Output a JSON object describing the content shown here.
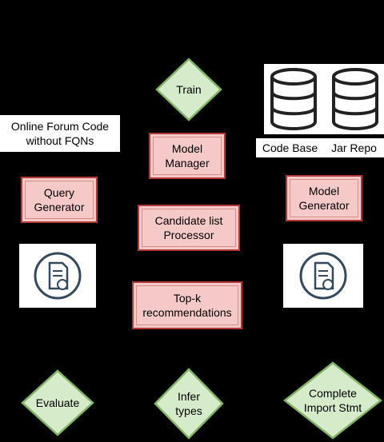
{
  "nodes": {
    "train": "Train",
    "online_forum": "Online Forum Code\nwithout FQNs",
    "code_base": "Code Base",
    "jar_repo": "Jar Repo",
    "model_manager": "Model\nManager",
    "query_generator": "Query\nGenerator",
    "candidate_list": "Candidate list\nProcessor",
    "model_generator": "Model\nGenerator",
    "topk": "Top-k\nrecommendations",
    "evaluate": "Evaluate",
    "infer_types": "Infer\ntypes",
    "complete_import": "Complete\nImport Stmt"
  },
  "colors": {
    "process_fill": "#f6c9c9",
    "process_border": "#b23838",
    "decision_fill": "#d6ebc9",
    "decision_border": "#82b366",
    "background": "#000000"
  },
  "icons": {
    "database": "database-icon",
    "document": "document-icon"
  }
}
